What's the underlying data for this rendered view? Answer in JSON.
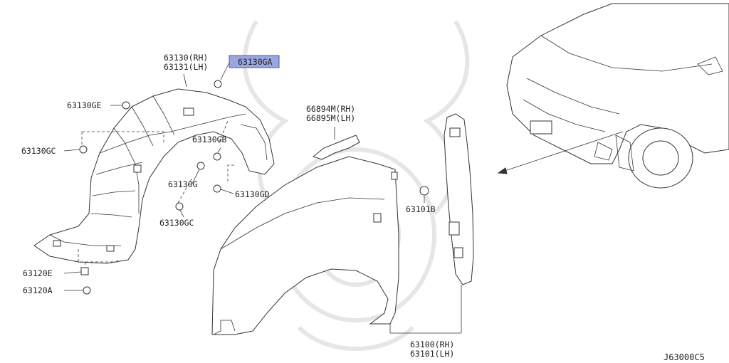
{
  "labels": {
    "inner_fender_rh": "63130(RH)",
    "inner_fender_lh": "63131(LH)",
    "highlight_part": "63130GA",
    "clip_ge": "63130GE",
    "clip_gc_left": "63130GC",
    "clip_gb": "63130GB",
    "clip_g": "63130G",
    "clip_gd": "63130GD",
    "clip_gc_bottom": "63130GC",
    "seal_rh": "66894M(RH)",
    "seal_lh": "66895M(LH)",
    "bolt_b": "63101B",
    "screw_e": "63120E",
    "screw_a": "63120A",
    "fender_rh": "63100(RH)",
    "fender_lh": "63101(LH)"
  },
  "diagram_code": "J63000C5",
  "colors": {
    "highlight_fill": "#9aa6dd",
    "highlight_border": "#4a5aa8",
    "line": "#333333",
    "watermark": "#e6e6e6"
  }
}
